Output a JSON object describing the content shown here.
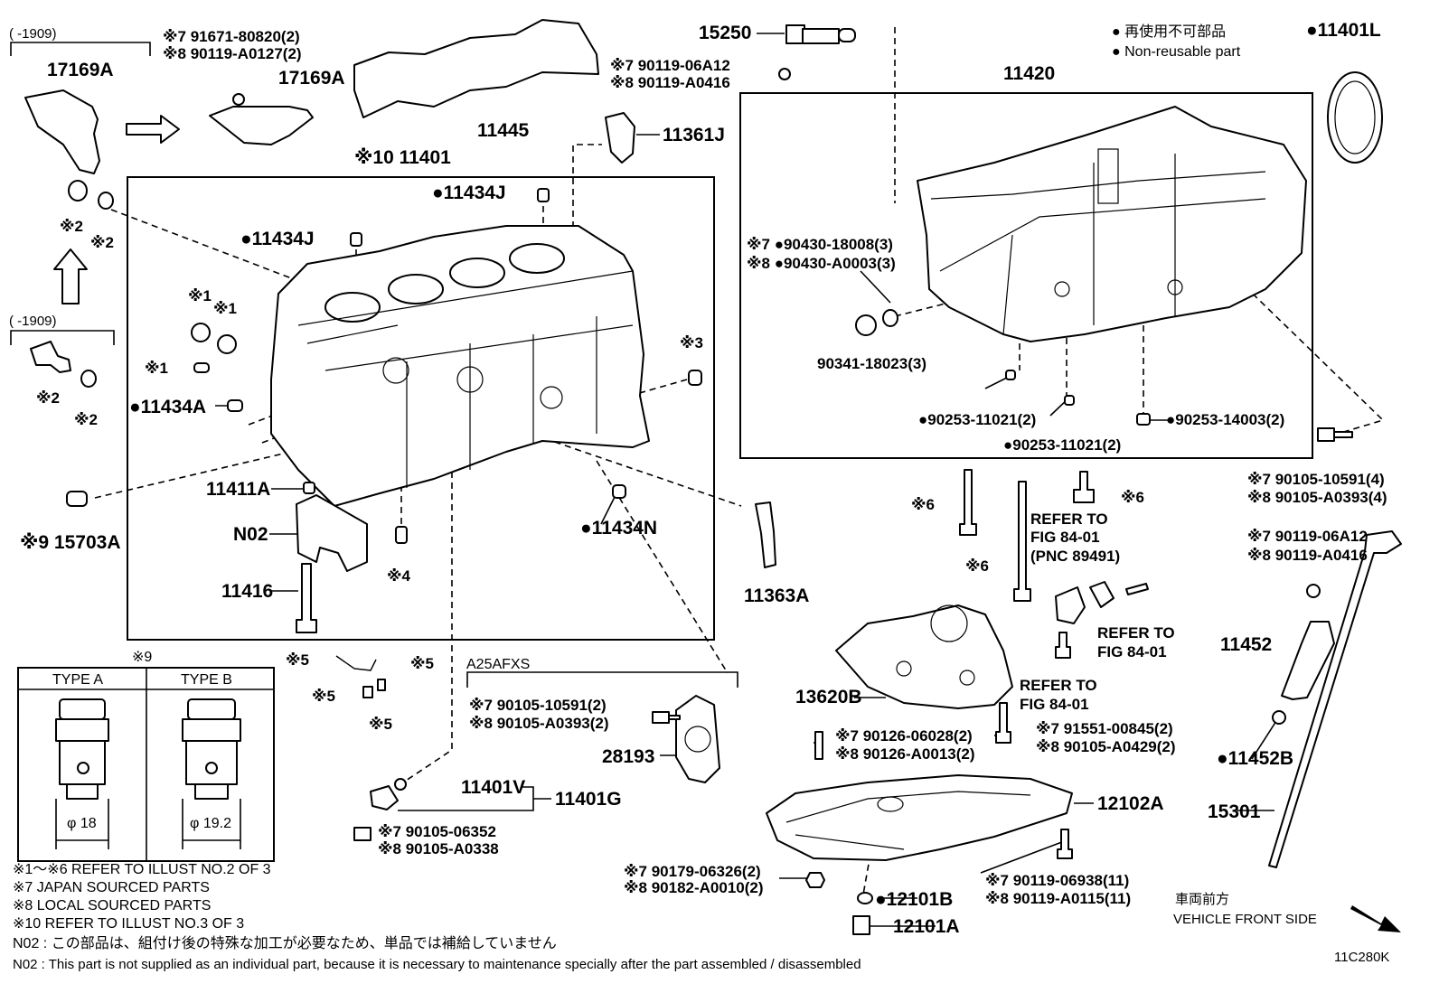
{
  "diagram": {
    "figure_code": "11C280K",
    "legend": {
      "non_reusable_jp": "● 再使用不可部品",
      "non_reusable_en": "● Non-reusable part"
    },
    "orientation": {
      "jp": "車両前方",
      "en": "VEHICLE FRONT SIDE"
    },
    "notes": {
      "n1_6": "※1～※6  REFER TO ILLUST NO.2 OF 3",
      "n7": "※7  JAPAN SOURCED PARTS",
      "n8": "※8  LOCAL SOURCED PARTS",
      "n10": "※10 REFER TO ILLUST NO.3 OF 3",
      "n02_jp": "N02 : この部品は、組付け後の特殊な加工が必要なため、単品では補給していません",
      "n02_en": "N02 : This part is not supplied as an individual part, because it is necessary to maintenance specially after the part assembled / disassembled"
    },
    "date_range_1": "(        -1909)",
    "date_range_2": "(        -1909)",
    "type_table": {
      "ref": "※9",
      "type_a": "TYPE A",
      "type_b": "TYPE B",
      "dia_a": "φ 18",
      "dia_b": "φ 19.2"
    },
    "engine_code": "A25AFXS",
    "labels": {
      "p17169a_1": "17169A",
      "p17169a_2": "17169A",
      "p17169a_b1": "※7 91671-80820(2)",
      "p17169a_b2": "※8 90119-A0127(2)",
      "p11445": "11445",
      "p15250": "15250",
      "p15250_b1": "※7 90119-06A12",
      "p15250_b2": "※8 90119-A0416",
      "p11361j": "11361J",
      "p11401l": "●11401L",
      "p11420": "11420",
      "p11401": "※10 11401",
      "p11434j_1": "●11434J",
      "p11434j_2": "●11434J",
      "s2_a": "※2",
      "s2_b": "※2",
      "s2_c": "※2",
      "s2_d": "※2",
      "s1_a": "※1",
      "s1_b": "※1",
      "s1_c": "※1",
      "s3": "※3",
      "s4": "※4",
      "p11434a": "●11434A",
      "p11411a": "11411A",
      "p15703a": "※9 15703A",
      "pn02": "N02",
      "p11416": "11416",
      "p11434n": "●11434N",
      "p11363a": "11363A",
      "p90430_1": "※7 ●90430-18008(3)",
      "p90430_2": "※8 ●90430-A0003(3)",
      "p90341": "90341-18023(3)",
      "p90253_1": "●90253-11021(2)",
      "p90253_2": "●90253-11021(2)",
      "p90253_3": "●90253-14003(2)",
      "p90105_r1": "※7 90105-10591(4)",
      "p90105_r2": "※8 90105-A0393(4)",
      "s6_a": "※6",
      "s6_b": "※6",
      "s6_c": "※6",
      "refer1_a": "REFER TO",
      "refer1_b": "FIG 84-01",
      "refer1_c": "(PNC 89491)",
      "refer2_a": "REFER TO",
      "refer2_b": "FIG 84-01",
      "refer3_a": "REFER TO",
      "refer3_b": "FIG 84-01",
      "p90119_r1": "※7 90119-06A12",
      "p90119_r2": "※8 90119-A0416",
      "p11452": "11452",
      "p11452b": "●11452B",
      "p15301": "15301",
      "p13620b": "13620B",
      "s5_a": "※5",
      "s5_b": "※5",
      "s5_c": "※5",
      "s5_d": "※5",
      "p90105_m1": "※7 90105-10591(2)",
      "p90105_m2": "※8 90105-A0393(2)",
      "p28193": "28193",
      "p11401v": "11401V",
      "p11401g": "11401G",
      "p90105_b1": "※7 90105-06352",
      "p90105_b2": "※8 90105-A0338",
      "p90126_1": "※7 90126-06028(2)",
      "p90126_2": "※8 90126-A0013(2)",
      "p91551_1": "※7 91551-00845(2)",
      "p91551_2": "※8 90105-A0429(2)",
      "p12102a": "12102A",
      "p90179_1": "※7 90179-06326(2)",
      "p90179_2": "※8 90182-A0010(2)",
      "p12101b": "●12101B",
      "p12101a": "12101A",
      "p90119_p1": "※7 90119-06938(11)",
      "p90119_p2": "※8 90119-A0115(11)"
    },
    "icons": [
      "arrow-right-icon",
      "arrow-up-icon",
      "front-arrow-icon"
    ]
  }
}
